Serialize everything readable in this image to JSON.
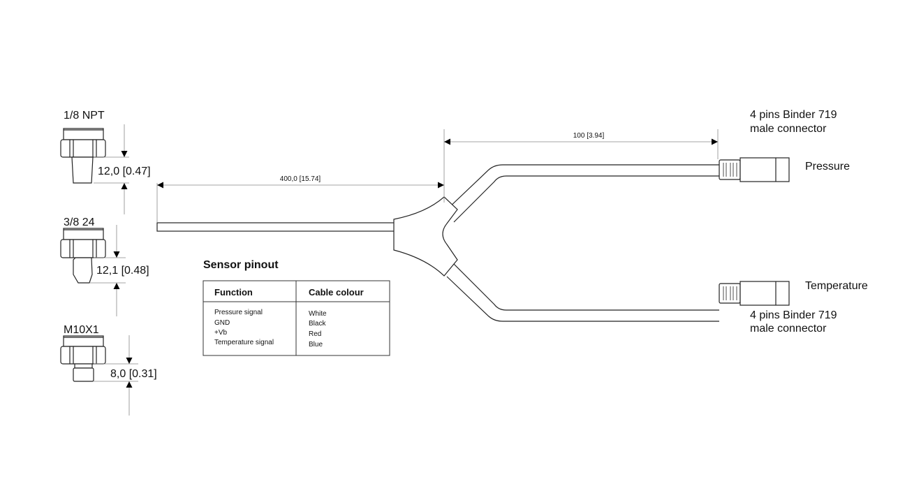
{
  "sensors": [
    {
      "thread": "1/8 NPT",
      "dimension": "12,0 [0.47]"
    },
    {
      "thread": "3/8 24",
      "dimension": "12,1 [0.48]"
    },
    {
      "thread": "M10X1",
      "dimension": "8,0 [0.31]"
    }
  ],
  "cable": {
    "main_length": "400,0 [15.74]",
    "branch_length": "100 [3.94]"
  },
  "connectors": {
    "top_label_1": "4 pins Binder 719",
    "top_label_2": "male connector",
    "pressure": "Pressure",
    "temperature": "Temperature",
    "bottom_label_1": "4 pins Binder 719",
    "bottom_label_2": "male connector"
  },
  "pinout": {
    "title": "Sensor  pinout",
    "headers": [
      "Function",
      "Cable colour"
    ],
    "rows": [
      [
        "Pressure signal",
        "White"
      ],
      [
        "GND",
        "Black"
      ],
      [
        "+Vb",
        "Red"
      ],
      [
        "Temperature signal",
        "Blue"
      ]
    ]
  }
}
